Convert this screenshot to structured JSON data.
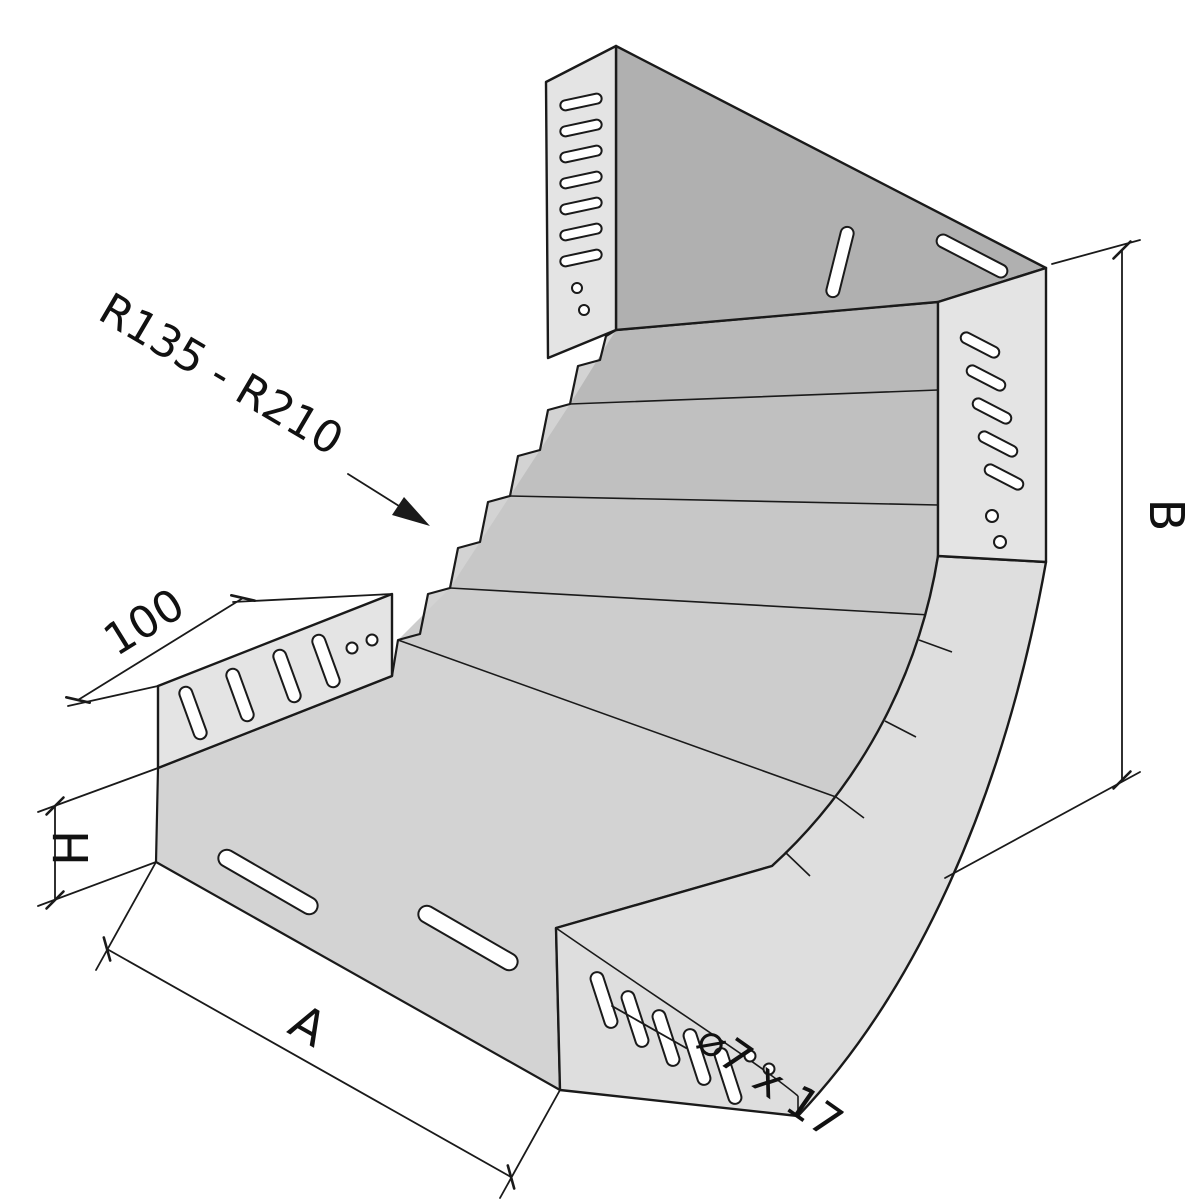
{
  "drawing": {
    "labels": {
      "radius": "R135 - R210",
      "end_length": "100",
      "rail_height": "H",
      "width": "A",
      "bend_height": "B",
      "slot_size": "⌀7 x 17"
    },
    "colors": {
      "outline": "#1a1a1a",
      "face_light": "#e4e4e4",
      "face_band": "#dedede",
      "face_floor": "#d3d3d3",
      "face_back_wall": "#b0b0b0",
      "background": "#ffffff"
    }
  }
}
